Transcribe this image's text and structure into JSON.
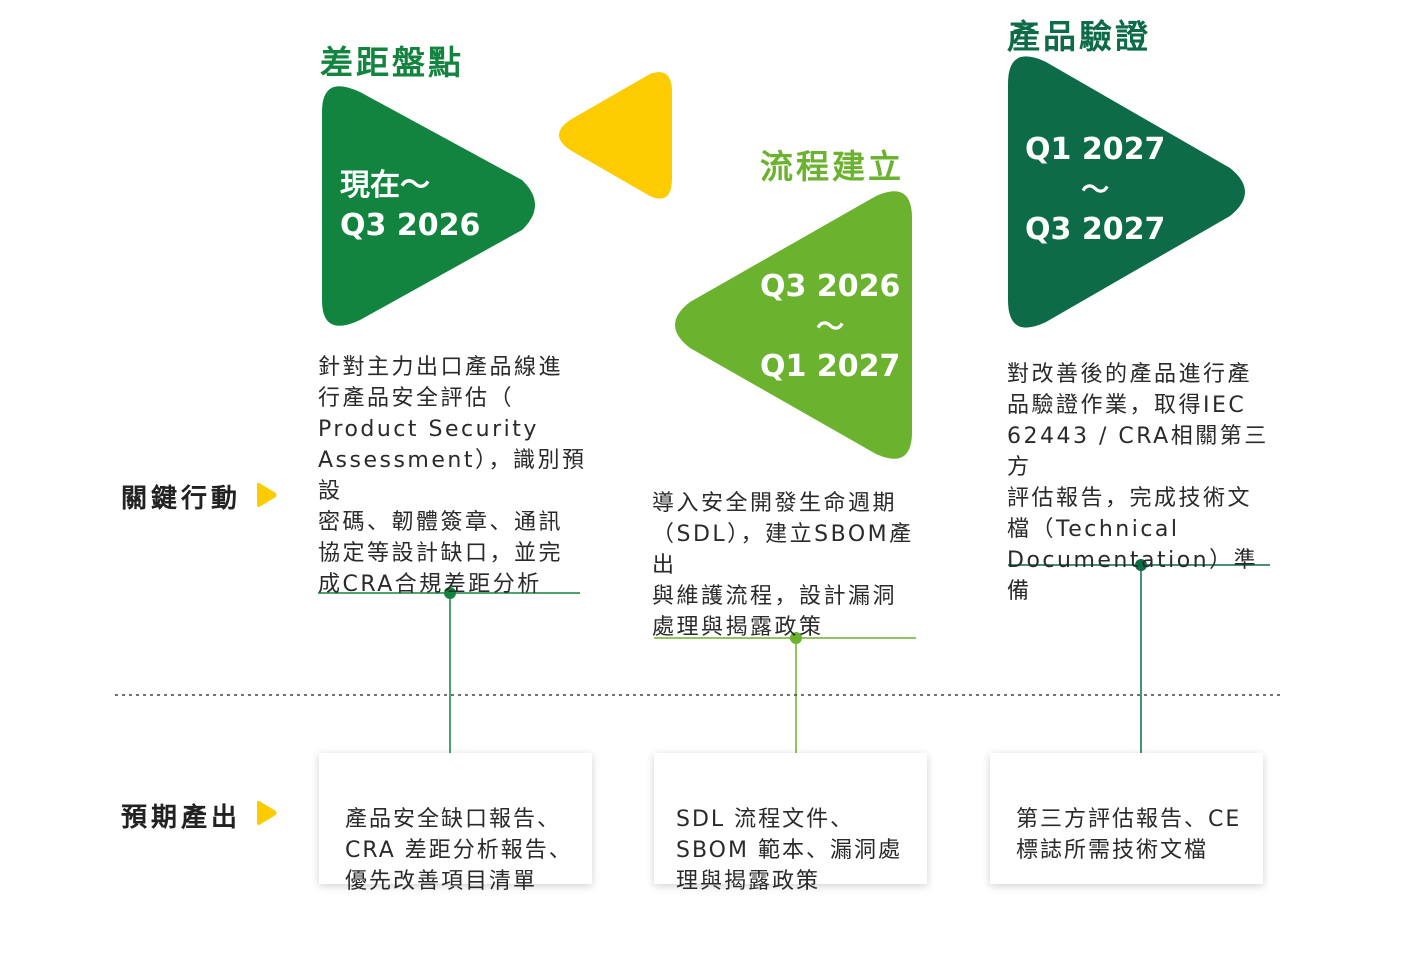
{
  "colors": {
    "phase1": "#13843f",
    "phase2": "#6bb22e",
    "phase3": "#0d6b48",
    "yellow": "#fccb00",
    "line": "#13843f",
    "text": "#2a2a2a"
  },
  "row_labels": {
    "actions": "關鍵行動",
    "outputs": "預期產出",
    "arrow_icon": "yellow-play-icon"
  },
  "phases": [
    {
      "title": "差距盤點",
      "period_start": "現在～",
      "period_end": "Q3 2026",
      "action": "針對主力出口產品線進\n行產品安全評估（\nProduct Security\nAssessment），識別預設\n密碼、韌體簽章、通訊\n協定等設計缺口，並完\n成CRA合規差距分析",
      "output": "產品安全缺口報告、\nCRA 差距分析報告、\n優先改善項目清單"
    },
    {
      "title": "流程建立",
      "period_start": "Q3 2026",
      "tilde": "～",
      "period_end": "Q1 2027",
      "action": "導入安全開發生命週期\n（SDL），建立SBOM產出\n與維護流程，設計漏洞\n處理與揭露政策",
      "output": "SDL 流程文件、\nSBOM 範本、漏洞處\n理與揭露政策"
    },
    {
      "title": "產品驗證",
      "period_start": "Q1 2027",
      "tilde": "～",
      "period_end": "Q3 2027",
      "action": "對改善後的產品進行產\n品驗證作業，取得IEC\n62443 / CRA相關第三方\n評估報告，完成技術文\n檔（Technical\nDocumentation）準備",
      "output": "第三方評估報告、CE\n標誌所需技術文檔"
    }
  ]
}
